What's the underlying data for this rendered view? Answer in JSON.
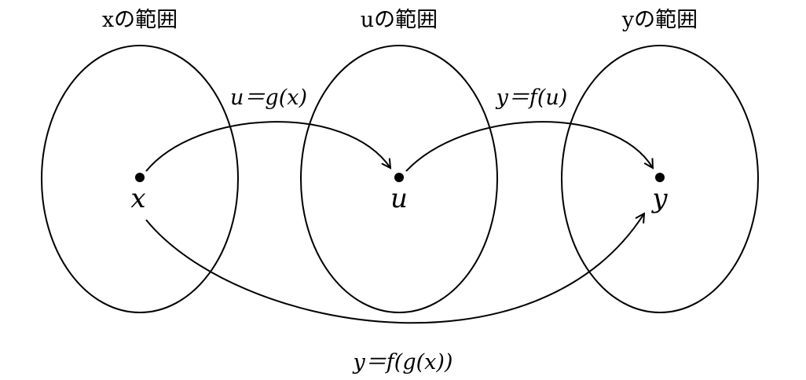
{
  "sets": [
    {
      "title": "xの範囲",
      "point_label": "x"
    },
    {
      "title": "uの範囲",
      "point_label": "u"
    },
    {
      "title": "yの範囲",
      "point_label": "y"
    }
  ],
  "mappings": {
    "x_to_u": "u＝g(x)",
    "u_to_y": "y＝f(u)",
    "x_to_y": "y＝f(g(x))"
  },
  "colors": {
    "stroke": "#000000",
    "background": "#ffffff"
  }
}
